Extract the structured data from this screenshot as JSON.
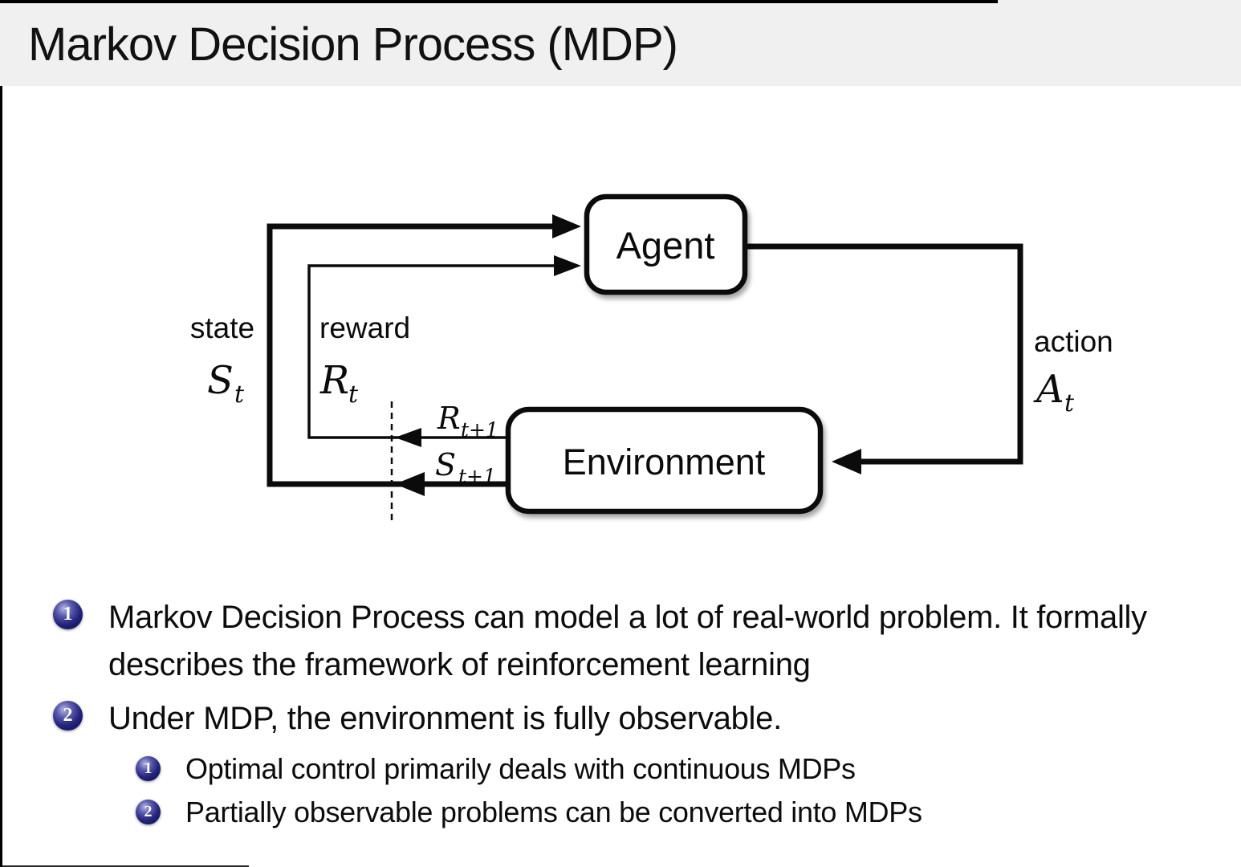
{
  "slide": {
    "title": "Markov Decision Process (MDP)"
  },
  "diagram": {
    "agent_label": "Agent",
    "environment_label": "Environment",
    "state_label": "state",
    "reward_label": "reward",
    "action_label": "action",
    "symbols": {
      "S": "S",
      "R": "R",
      "A": "A",
      "t": "t",
      "t1": "t+1"
    }
  },
  "bullets": [
    {
      "number": "1",
      "text": "Markov Decision Process can model a lot of real-world problem. It formally describes the framework of reinforcement learning"
    },
    {
      "number": "2",
      "text": "Under MDP, the environment is fully observable.",
      "subitems": [
        {
          "number": "1",
          "text": "Optimal control primarily deals with continuous MDPs"
        },
        {
          "number": "2",
          "text": "Partially observable problems can be converted into MDPs"
        }
      ]
    }
  ],
  "colors": {
    "title_bar_bg": "#f0f0f0",
    "badge_navy": "#23237c",
    "line_black": "#0b0b0b",
    "background": "#ffffff"
  }
}
